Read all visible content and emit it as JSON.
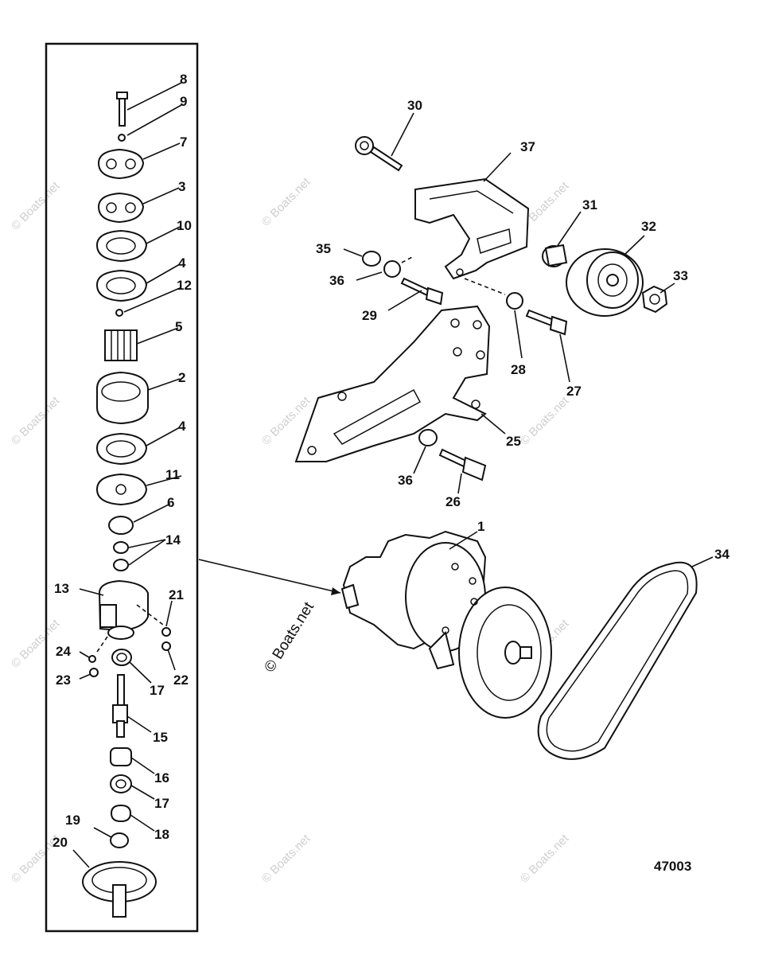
{
  "watermark_text": "© Boats.net",
  "figure_number": "47003",
  "inset_labels": [
    "8",
    "9",
    "7",
    "3",
    "10",
    "4",
    "12",
    "5",
    "2",
    "4",
    "11",
    "6",
    "14",
    "13",
    "21",
    "24",
    "23",
    "17",
    "22",
    "15",
    "16",
    "17",
    "18",
    "19",
    "20"
  ],
  "main_labels": [
    "30",
    "37",
    "31",
    "32",
    "33",
    "35",
    "36",
    "29",
    "28",
    "27",
    "25",
    "36",
    "26",
    "1",
    "34"
  ]
}
